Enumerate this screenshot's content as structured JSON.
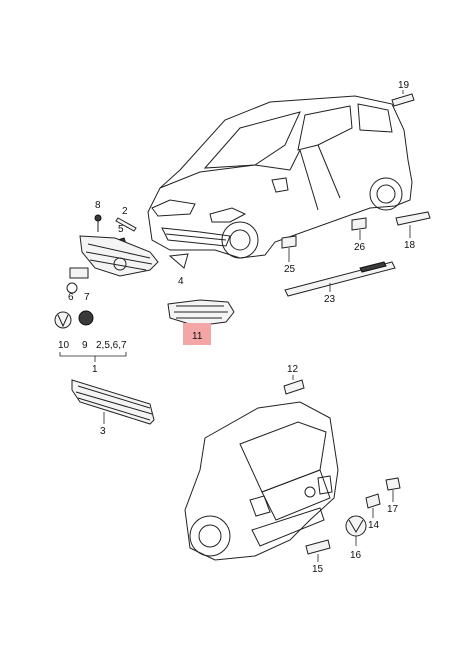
{
  "callouts": {
    "p1": "1",
    "p2": "2",
    "p3": "3",
    "p4": "4",
    "p5": "5",
    "p6": "6",
    "p7": "7",
    "p8": "8",
    "p9": "9",
    "p10": "10",
    "p11": "11",
    "p12": "12",
    "p14": "14",
    "p15": "15",
    "p16": "16",
    "p17": "17",
    "p18": "18",
    "p19": "19",
    "p23": "23",
    "p25": "25",
    "p26": "26",
    "group": "2,5,6,7"
  },
  "highlighted_part": "11",
  "colors": {
    "highlight": "#f4a6a6",
    "line": "#222222"
  }
}
